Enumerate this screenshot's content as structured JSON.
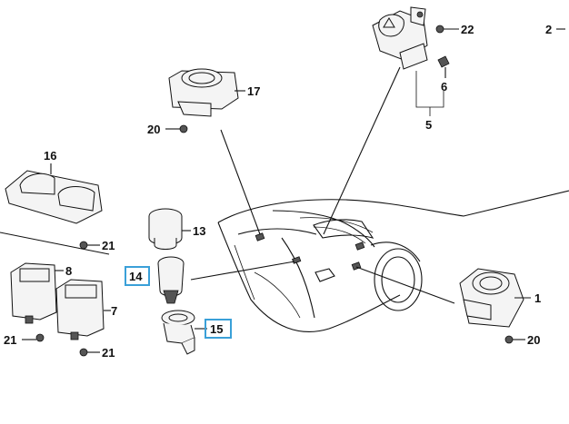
{
  "labels": {
    "p1": "1",
    "p2": "2",
    "p5": "5",
    "p6": "6",
    "p7": "7",
    "p8": "8",
    "p13": "13",
    "p14": "14",
    "p15": "15",
    "p16": "16",
    "p17": "17",
    "p20a": "20",
    "p20b": "20",
    "p21a": "21",
    "p21b": "21",
    "p21c": "21",
    "p22": "22"
  },
  "highlight_color": "#3aa0d8"
}
